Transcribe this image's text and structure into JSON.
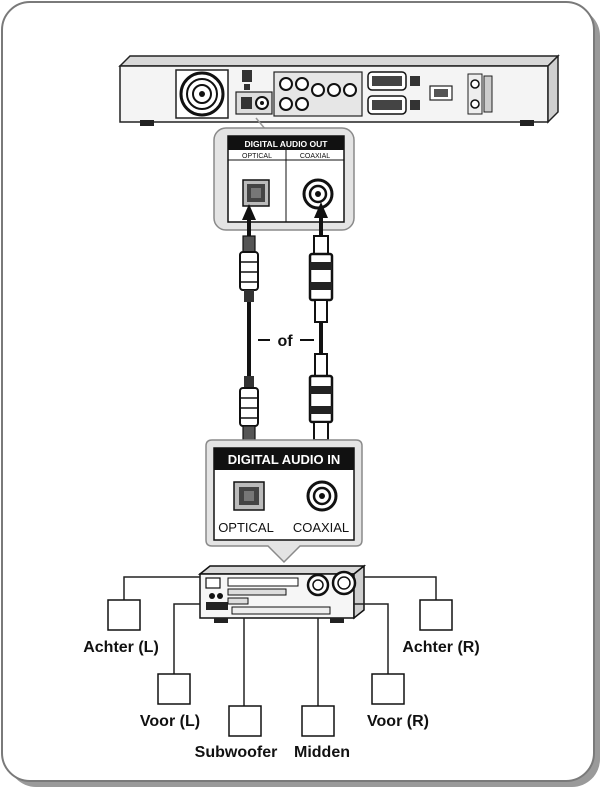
{
  "source_panel": {
    "title": "DIGITAL AUDIO OUT",
    "optical_label": "OPTICAL",
    "coaxial_label": "COAXIAL"
  },
  "separator_label": "of",
  "receiver_panel": {
    "title": "DIGITAL AUDIO IN",
    "optical_label": "OPTICAL",
    "coaxial_label": "COAXIAL"
  },
  "speakers": {
    "rear_left": "Achter (L)",
    "rear_right": "Achter (R)",
    "front_left": "Voor (L)",
    "front_right": "Voor (R)",
    "subwoofer": "Subwoofer",
    "center": "Midden"
  }
}
